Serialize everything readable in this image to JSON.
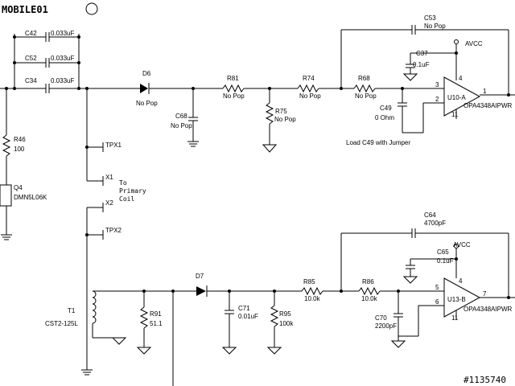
{
  "logo": {
    "text": "MOBILE01"
  },
  "badge": "#1135740",
  "notes": {
    "load_c49": "Load C49 with Jumper",
    "to_primary_coil": [
      "To",
      "Primary",
      "Coil"
    ]
  },
  "components": {
    "C42": {
      "ref": "C42",
      "value": "0.033uF"
    },
    "C52": {
      "ref": "C52",
      "value": "0.033uF"
    },
    "C34": {
      "ref": "C34",
      "value": "0.033uF"
    },
    "D6": {
      "ref": "D6",
      "value": "No Pop"
    },
    "R81": {
      "ref": "R81",
      "value": "No Pop"
    },
    "R74": {
      "ref": "R74",
      "value": "No Pop"
    },
    "R68": {
      "ref": "R68",
      "value": "No Pop"
    },
    "C68": {
      "ref": "C68",
      "value": "No Pop"
    },
    "R75": {
      "ref": "R75",
      "value": "No Pop"
    },
    "C53": {
      "ref": "C53",
      "value": "No Pop"
    },
    "C37": {
      "ref": "C37",
      "value": "0.1uF"
    },
    "C49": {
      "ref": "C49",
      "value": "0 Ohm"
    },
    "U10A": {
      "ref": "U10-A",
      "value": "OPA4348AIPWR",
      "pins": [
        "3",
        "2",
        "4",
        "11",
        "1"
      ]
    },
    "R46": {
      "ref": "R46",
      "value": "100"
    },
    "Q4": {
      "ref": "Q4",
      "value": "DMN5L06K"
    },
    "TPX1": {
      "ref": "TPX1"
    },
    "X1": {
      "ref": "X1"
    },
    "X2": {
      "ref": "X2"
    },
    "TPX2": {
      "ref": "TPX2"
    },
    "C64": {
      "ref": "C64",
      "value": "4700pF"
    },
    "C65": {
      "ref": "C65",
      "value": "0.1uF"
    },
    "D7": {
      "ref": "D7"
    },
    "R85": {
      "ref": "R85",
      "value": "10.0k"
    },
    "R86": {
      "ref": "R86",
      "value": "10.0k"
    },
    "C71": {
      "ref": "C71",
      "value": "0.01uF"
    },
    "R95": {
      "ref": "R95",
      "value": "100k"
    },
    "R91": {
      "ref": "R91",
      "value": "51.1"
    },
    "C70": {
      "ref": "C70",
      "value": "2200pF"
    },
    "T1": {
      "ref": "T1",
      "value": "CST2-125L"
    },
    "U13B": {
      "ref": "U13-B",
      "value": "OPA4348AIPWR",
      "pins": [
        "5",
        "6",
        "4",
        "11",
        "7"
      ]
    }
  },
  "nets": {
    "avcc_top": "AVCC",
    "avcc_bottom": "AVCC"
  }
}
